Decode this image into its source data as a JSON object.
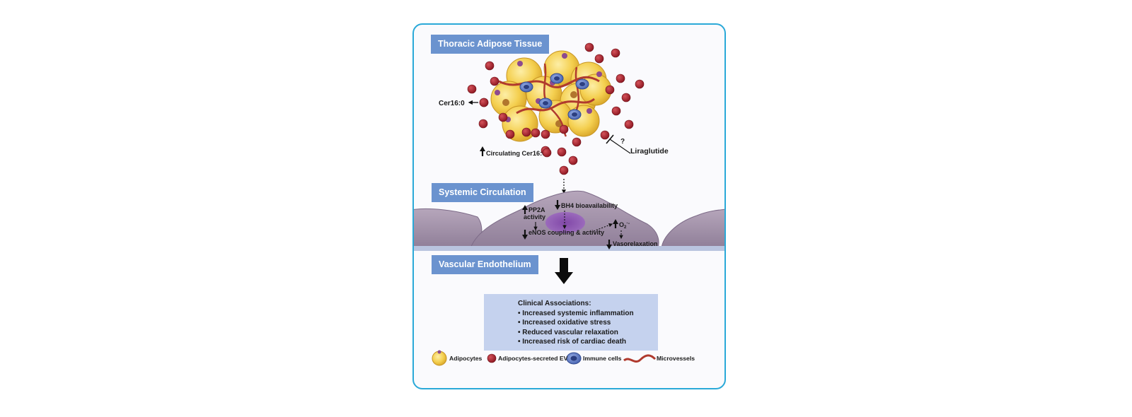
{
  "sections": {
    "thoracic": "Thoracic Adipose Tissue",
    "systemic": "Systemic Circulation",
    "vascular": "Vascular Endothelium"
  },
  "labels": {
    "cer16": "Cer16:0",
    "circulating": "Circulating Cer16:0",
    "question": "?",
    "liraglutide": "Liraglutide",
    "pp2a_line1": "PP2A",
    "pp2a_line2": "activity",
    "bh4": "BH4 bioavailability",
    "enos": "eNOS coupling & activity",
    "o2": "O",
    "o2_sub": "2",
    "o2_sup": "·-",
    "vasorelaxation": "Vasorelaxation"
  },
  "clinical": {
    "title": "Clinical Associations:",
    "items": [
      "Increased systemic inflammation",
      "Increased oxidative stress",
      "Reduced vascular relaxation",
      "Increased risk of cardiac death"
    ]
  },
  "legend": {
    "adipocytes": "Adipocytes",
    "ev": "Adipocytes-secreted EV",
    "immune": "Immune cells",
    "microvessels": "Microvessels"
  },
  "colors": {
    "border": "#2aa9d8",
    "section_bg": "#6b93cf",
    "clinical_bg": "#c5d2ee",
    "ev": "#a31f2a",
    "adipocyte": "#f1c84a",
    "immune": "#5d7fc6",
    "endothelium": "#a897ae"
  }
}
